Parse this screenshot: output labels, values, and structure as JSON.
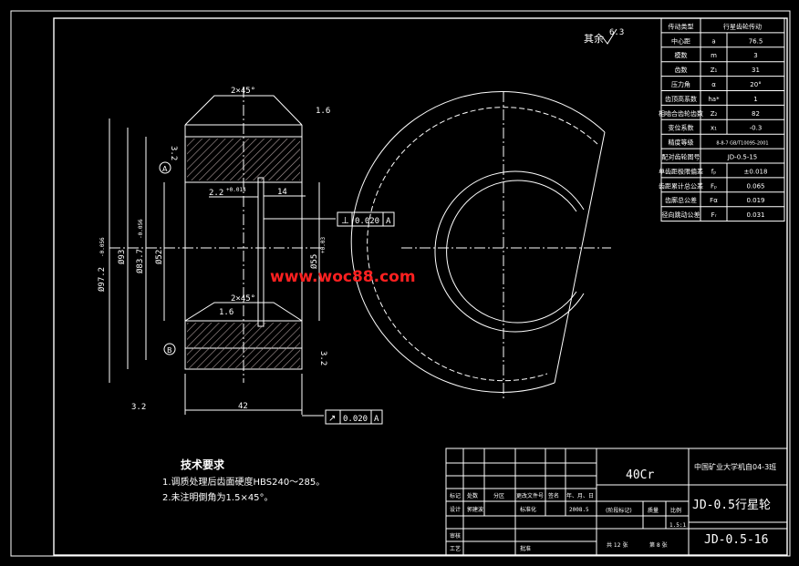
{
  "params": {
    "rows": [
      [
        "传动类型",
        "行星齿轮传动"
      ],
      [
        "中心距",
        "a",
        "76.5"
      ],
      [
        "模数",
        "m",
        "3"
      ],
      [
        "齿数",
        "Z₁",
        "31"
      ],
      [
        "压力角",
        "α",
        "20°"
      ],
      [
        "齿顶高系数",
        "ha*",
        "1"
      ],
      [
        "相啮合齿轮齿数",
        "Z₂",
        "82"
      ],
      [
        "变位系数",
        "x₁",
        "-0.3"
      ],
      [
        "精度等级",
        "8-8-7 GB/T10095-2001"
      ],
      [
        "配对齿轮图号",
        "JD-0.5-15"
      ],
      [
        "单齿距极限偏差",
        "fₚ",
        "±0.018"
      ],
      [
        "齿距累计总公差",
        "Fₚ",
        "0.065"
      ],
      [
        "齿廓总公差",
        "Fα",
        "0.019"
      ],
      [
        "径向跳动公差",
        "Fᵣ",
        "0.031"
      ]
    ]
  },
  "roughness_other": "其余",
  "roughness_other_value": "6.3",
  "dims": {
    "chamfer_top": "2×45°",
    "chamfer_bottom": "2×45°",
    "ra_16_top": "1.6",
    "ra_16_bottom": "1.6",
    "ra_32_left": "3.2",
    "ra_32_right": "3.2",
    "ra_32_bottom": "3.2",
    "keyway": "2.2",
    "keyway_tol": "+0.014",
    "width_14": "14",
    "od": "Ø97.2",
    "od_tol": "-0.056",
    "d93": "Ø93",
    "d83": "Ø83.7",
    "d83_tol": "-0.056",
    "d52": "Ø52",
    "d55": "Ø55",
    "d55_tol": "+0.03",
    "width_42": "42",
    "datum_a": "A",
    "datum_b": "B"
  },
  "tol1": {
    "sym": "⊥",
    "value": "0.020",
    "datum": "A"
  },
  "tol2": {
    "sym": "↗",
    "value": "0.020",
    "datum": "A"
  },
  "watermark": "www.woc88.com",
  "tech": {
    "title": "技术要求",
    "line1": "1.调质处理后齿面硬度HBS240～285。",
    "line2": "2.未注明倒角为1.5×45°。"
  },
  "title_block": {
    "material": "40Cr",
    "school": "中国矿业大学机自04-3班",
    "part_name": "JD-0.5行星轮",
    "part_no": "JD-0.5-16",
    "h_mark": "标记",
    "h_count": "处数",
    "h_zone": "分区",
    "h_doc": "更改文件号",
    "h_sign": "签名",
    "h_date": "年、月、日",
    "design": "设计",
    "designer": "郭建波",
    "std": "标准化",
    "year": "2008.5",
    "stage": "(阶段标记)",
    "weight": "质量",
    "scale": "比例",
    "scale_val": "1.5:1",
    "review": "审核",
    "process": "工艺",
    "approve": "批准",
    "sheets": "共 12 张",
    "sheet": "第 8 张"
  }
}
